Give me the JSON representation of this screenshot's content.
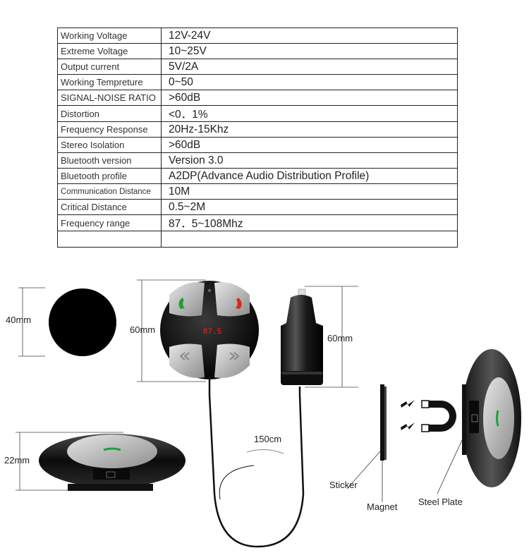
{
  "specs": [
    {
      "label": "Working Voltage",
      "value": "12V-24V"
    },
    {
      "label": "Extreme Voltage",
      "value": "10~25V"
    },
    {
      "label": "Output current",
      "value": "5V/2A"
    },
    {
      "label": "Working Tempreture",
      "value": "0~50"
    },
    {
      "label": "SIGNAL-NOISE RATIO",
      "value": ">60dB"
    },
    {
      "label": "Distortion",
      "value": "<0．1%"
    },
    {
      "label": "Frequency Response",
      "value": "20Hz-15Khz"
    },
    {
      "label": "Stereo Isolation",
      "value": ">60dB"
    },
    {
      "label": "Bluetooth version",
      "value": "Version 3.0"
    },
    {
      "label": "Bluetooth profile",
      "value": "A2DP(Advance Audio Distribution Profile)"
    },
    {
      "label": "Communication Distance",
      "value": "10M"
    },
    {
      "label": "Critical Distance",
      "value": "0.5~2M"
    },
    {
      "label": "Frequency range",
      "value": "87．5~108Mhz"
    }
  ],
  "dimensions": {
    "magnet_diameter": "40mm",
    "device_diameter": "60mm",
    "charger_height": "60mm",
    "device_thickness": "22mm",
    "cable_length": "150cm"
  },
  "display_reading": "87.5",
  "parts": {
    "sticker": "Sticker",
    "magnet": "Magnet",
    "steel_plate": "Steel Plate"
  },
  "colors": {
    "call_green": "#1ea03a",
    "hangup_red": "#d42a1c",
    "display_red": "#ff2020",
    "body_black": "#111111",
    "button_silver": "#b9b9b9"
  },
  "icons": [
    "phone-answer-icon",
    "phone-hangup-icon",
    "previous-track-icon",
    "next-track-icon",
    "microphone-icon",
    "lightning-icon",
    "magnet-icon"
  ]
}
